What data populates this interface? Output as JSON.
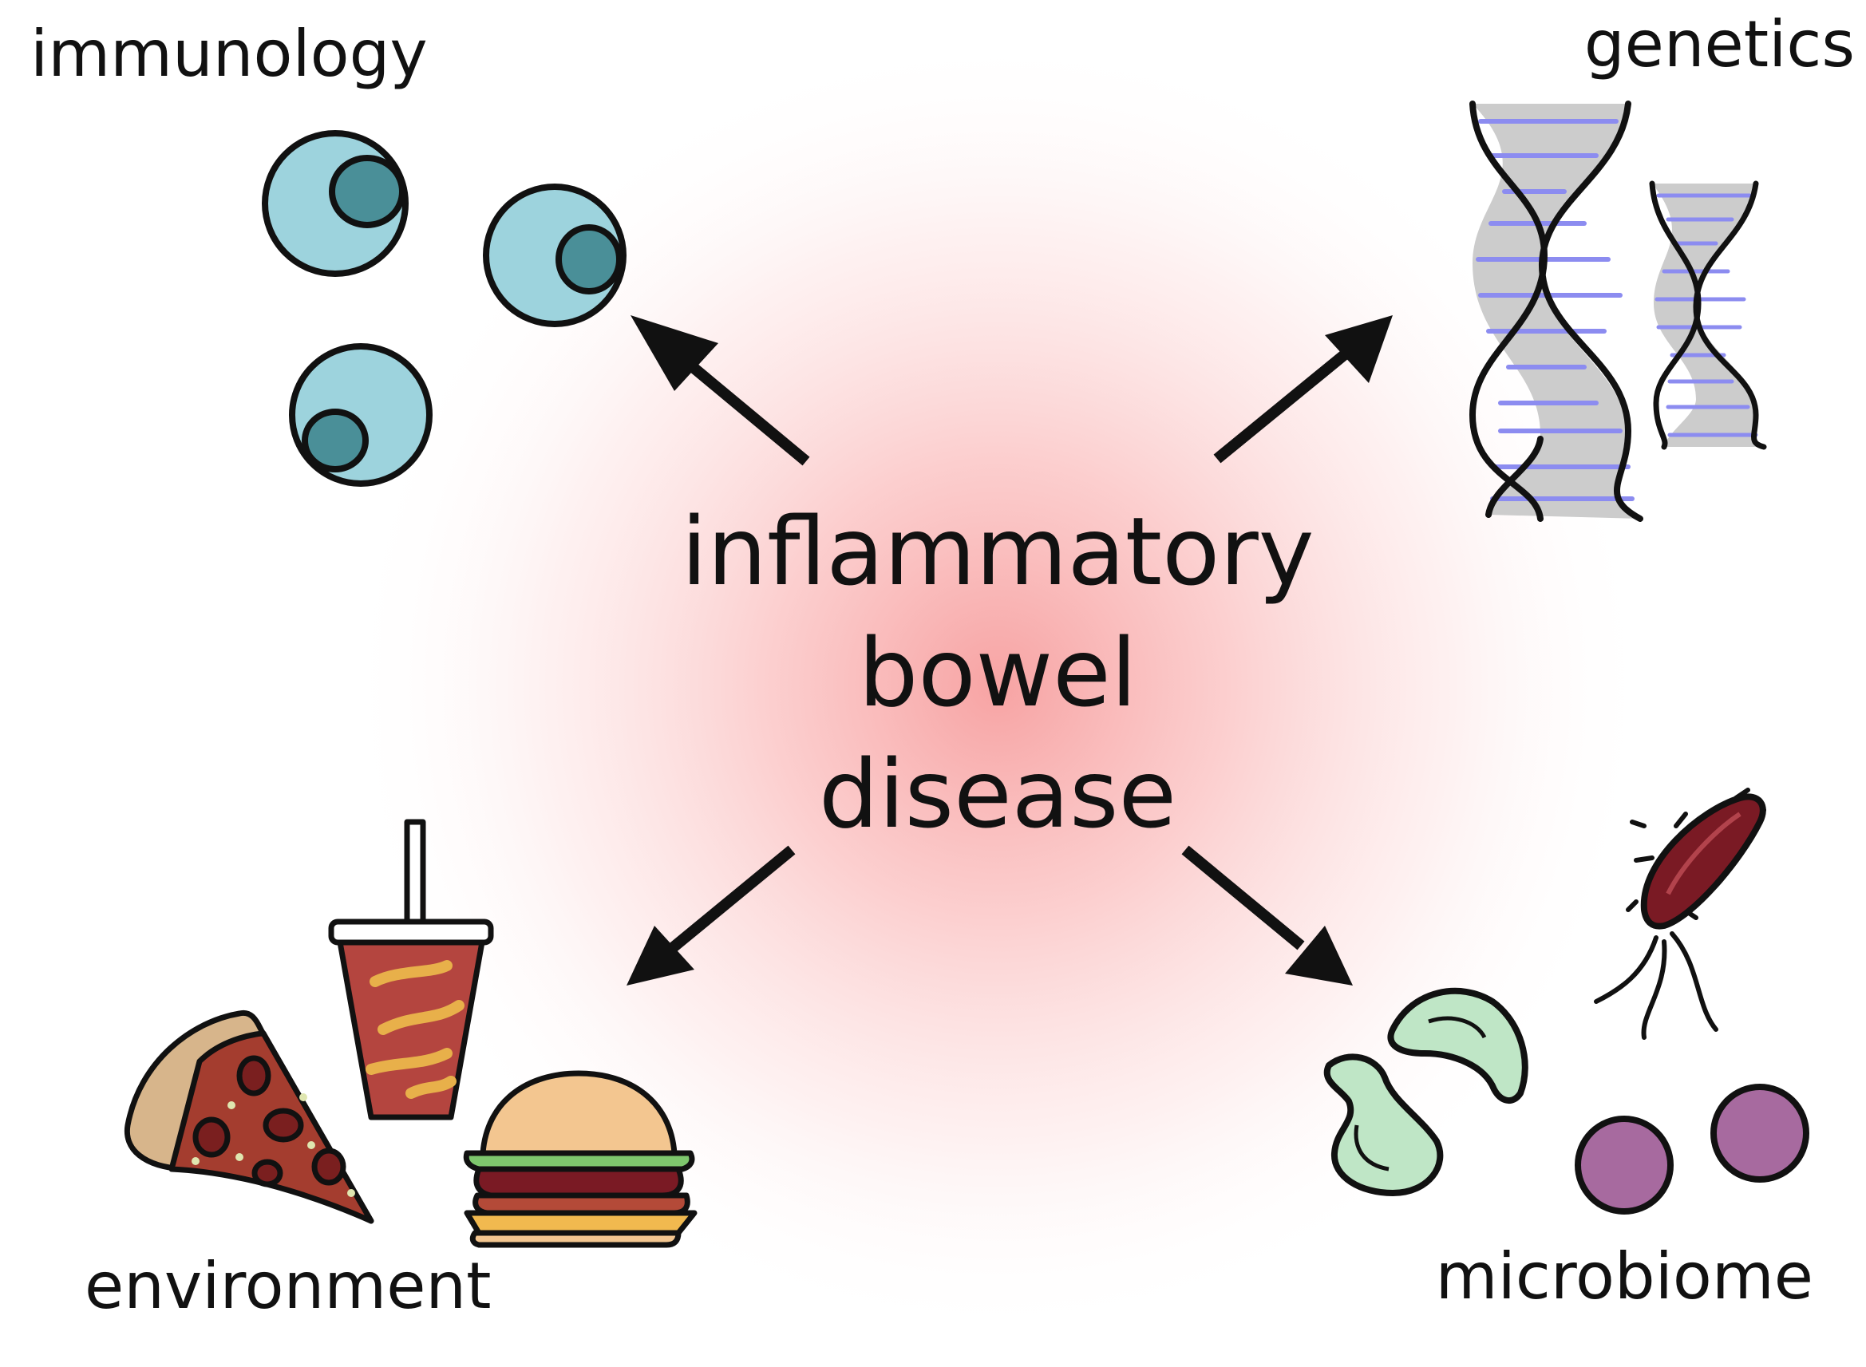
{
  "center": {
    "lines": [
      "inflammatory",
      "bowel",
      "disease"
    ]
  },
  "factors": {
    "immunology": "immunology",
    "genetics": "genetics",
    "environment": "environment",
    "microbiome": "microbiome"
  },
  "colors": {
    "glow": "#f7a3a3",
    "cell_fill": "#9dd3dd",
    "nucleus_fill": "#4a8f98",
    "dna_fill": "#cccccc",
    "dna_rungs": "#8c8cf0",
    "bacteria_green": "#bfe6c6",
    "bacteria_purple": "#a76a9f",
    "bacteria_red": "#7a1a24",
    "outline": "#111111"
  },
  "icons": {
    "immunology": "immune-cell-icon",
    "genetics": "dna-helix-icon",
    "environment": "fast-food-icon",
    "microbiome": "bacteria-icon"
  }
}
